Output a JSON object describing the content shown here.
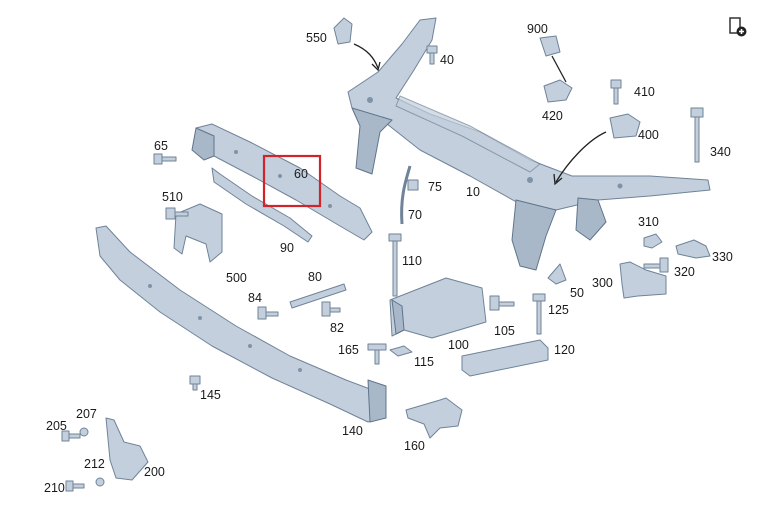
{
  "callouts": [
    {
      "id": "550",
      "label": "550"
    },
    {
      "id": "40",
      "label": "40"
    },
    {
      "id": "900",
      "label": "900"
    },
    {
      "id": "420",
      "label": "420"
    },
    {
      "id": "410",
      "label": "410"
    },
    {
      "id": "400",
      "label": "400"
    },
    {
      "id": "340",
      "label": "340"
    },
    {
      "id": "65",
      "label": "65"
    },
    {
      "id": "60",
      "label": "60"
    },
    {
      "id": "75",
      "label": "75"
    },
    {
      "id": "10",
      "label": "10"
    },
    {
      "id": "510",
      "label": "510"
    },
    {
      "id": "70",
      "label": "70"
    },
    {
      "id": "90",
      "label": "90"
    },
    {
      "id": "310",
      "label": "310"
    },
    {
      "id": "330",
      "label": "330"
    },
    {
      "id": "320",
      "label": "320"
    },
    {
      "id": "110",
      "label": "110"
    },
    {
      "id": "500",
      "label": "500"
    },
    {
      "id": "80",
      "label": "80"
    },
    {
      "id": "300",
      "label": "300"
    },
    {
      "id": "50",
      "label": "50"
    },
    {
      "id": "84",
      "label": "84"
    },
    {
      "id": "125",
      "label": "125"
    },
    {
      "id": "82",
      "label": "82"
    },
    {
      "id": "105",
      "label": "105"
    },
    {
      "id": "100",
      "label": "100"
    },
    {
      "id": "165",
      "label": "165"
    },
    {
      "id": "120",
      "label": "120"
    },
    {
      "id": "115",
      "label": "115"
    },
    {
      "id": "145",
      "label": "145"
    },
    {
      "id": "207",
      "label": "207"
    },
    {
      "id": "205",
      "label": "205"
    },
    {
      "id": "140",
      "label": "140"
    },
    {
      "id": "160",
      "label": "160"
    },
    {
      "id": "212",
      "label": "212"
    },
    {
      "id": "200",
      "label": "200"
    },
    {
      "id": "210",
      "label": "210"
    }
  ],
  "selected_part": "60",
  "toolbar": {
    "add_icon": "add-to-cart-icon"
  },
  "colors": {
    "part_fill": "#c3cfdc",
    "part_stroke": "#6f8399",
    "highlight": "#d3232a"
  }
}
